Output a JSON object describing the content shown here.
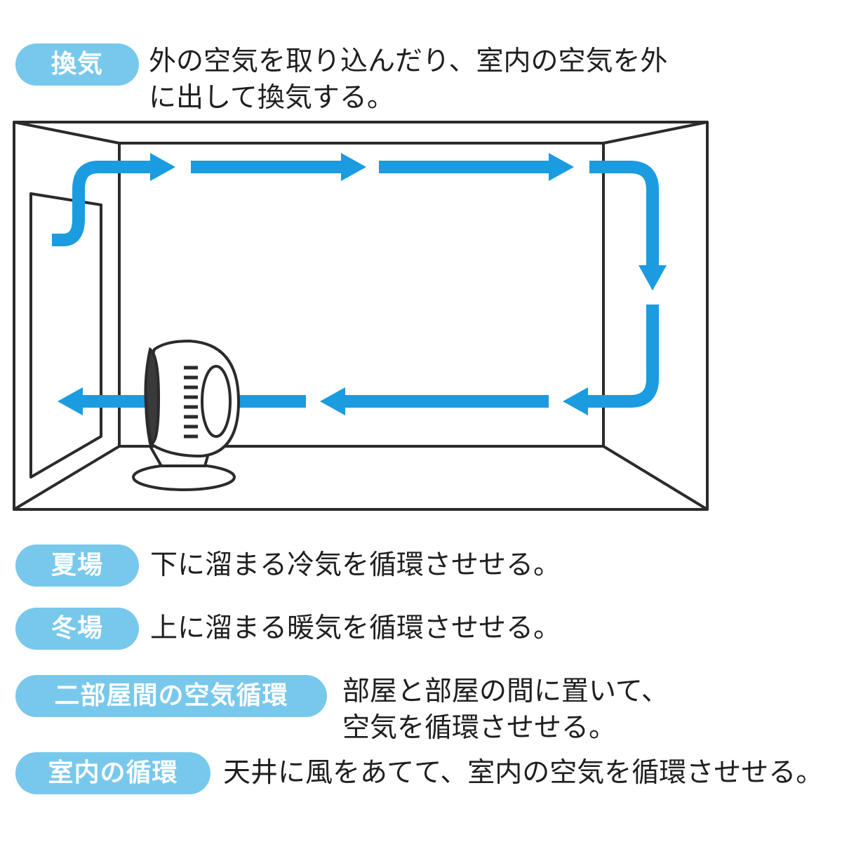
{
  "sections": [
    {
      "id": "kanki",
      "label": "換気",
      "lines": [
        "外の空気を取り込んだり、室内の空気を外",
        "に出して換気する。"
      ]
    },
    {
      "id": "natsuba",
      "label": "夏場",
      "lines": [
        "下に溜まる冷気を循環させせる。"
      ]
    },
    {
      "id": "fuyuba",
      "label": "冬場",
      "lines": [
        "上に溜まる暖気を循環させせる。"
      ]
    },
    {
      "id": "two-rooms",
      "label": "二部屋間の空気循環",
      "lines": [
        "部屋と部屋の間に置いて、",
        "空気を循環させせる。"
      ]
    },
    {
      "id": "indoor",
      "label": "室内の循環",
      "lines": [
        "天井に風をあてて、室内の空気を循環させせる。"
      ]
    }
  ],
  "colors": {
    "pill": "#78c8ec",
    "arrow": "#1b9be0",
    "line": "#2b2b2b",
    "text": "#1f1f1f"
  }
}
